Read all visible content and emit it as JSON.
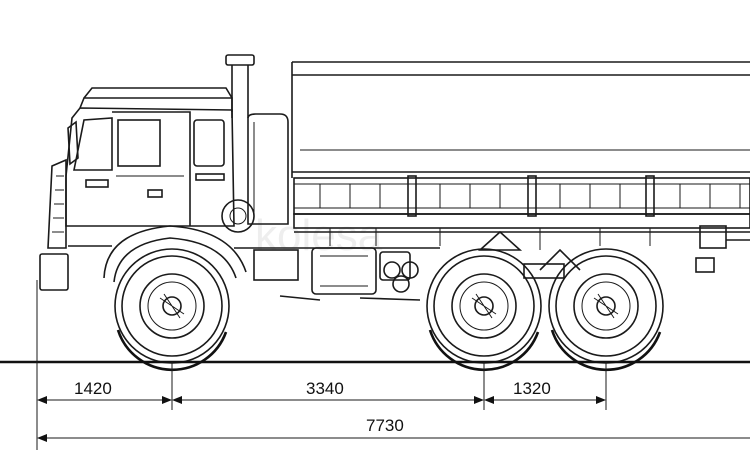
{
  "drawing": {
    "subject": "",
    "dimensions": [
      {
        "id": "front-overhang",
        "label": "1420"
      },
      {
        "id": "wheelbase-front",
        "label": "3340"
      },
      {
        "id": "wheelbase-rear",
        "label": "1320"
      },
      {
        "id": "overall-length",
        "label": "7730"
      }
    ],
    "watermark": "kolesa"
  }
}
